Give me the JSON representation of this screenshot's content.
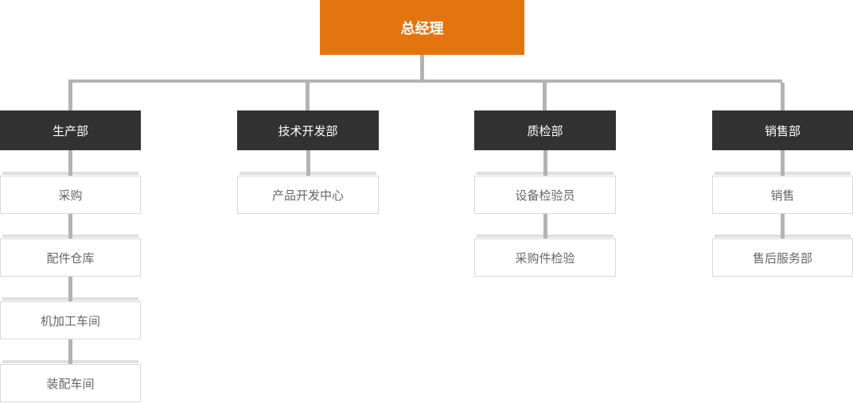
{
  "colors": {
    "root_bg": "#E4740E",
    "dept_bg": "#323232",
    "connector": "#B3B3B3",
    "child_topbar": "#E0E0E0",
    "child_border": "#D9D9D9",
    "child_text": "#666666",
    "node_text": "#FFFFFF",
    "background": "#FFFFFF"
  },
  "org": {
    "root": {
      "label": "总经理"
    },
    "departments": [
      {
        "label": "生产部",
        "children": [
          {
            "label": "采购"
          },
          {
            "label": "配件仓库"
          },
          {
            "label": "机加工车间"
          },
          {
            "label": "装配车间"
          }
        ]
      },
      {
        "label": "技术开发部",
        "children": [
          {
            "label": "产品开发中心"
          }
        ]
      },
      {
        "label": "质检部",
        "children": [
          {
            "label": "设备检验员"
          },
          {
            "label": "采购件检验"
          }
        ]
      },
      {
        "label": "销售部",
        "children": [
          {
            "label": "销售"
          },
          {
            "label": "售后服务部"
          }
        ]
      }
    ]
  }
}
